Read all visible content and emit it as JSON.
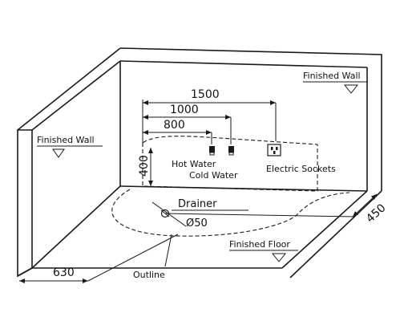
{
  "labels": {
    "finished_wall_right": "Finished Wall",
    "finished_wall_left": "Finished Wall",
    "finished_floor": "Finished Floor",
    "hot_water": "Hot Water",
    "cold_water": "Cold Water",
    "electric_sockets": "Electric Sockets",
    "drainer": "Drainer",
    "drain_diameter": "Ø50",
    "outline": "Outline"
  },
  "dimensions": {
    "sockets_distance": "1500",
    "cold_water_distance": "1000",
    "hot_water_distance": "800",
    "fixture_height": "400",
    "drainer_side_distance": "450",
    "outline_distance": "630"
  }
}
